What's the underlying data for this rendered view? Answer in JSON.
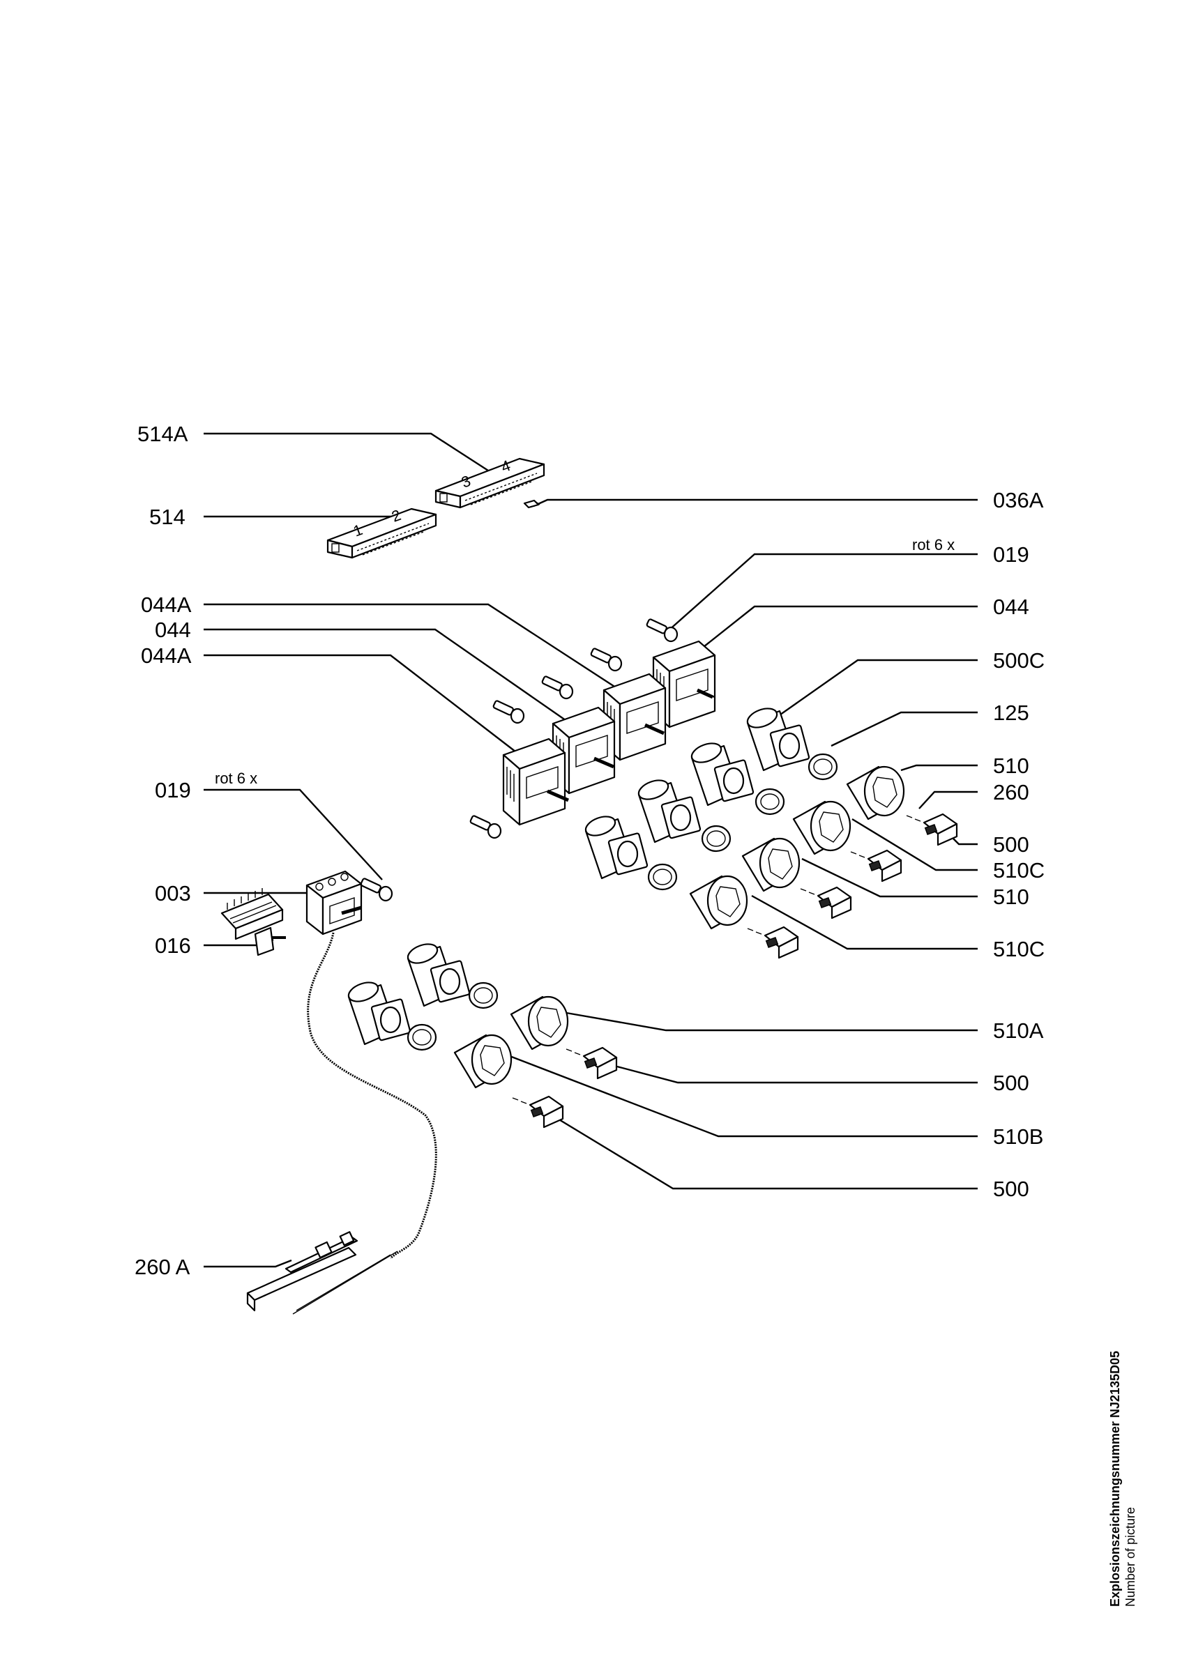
{
  "labels": {
    "l514A": "514A",
    "l514": "514",
    "l036A": "036A",
    "l019r": "019",
    "l044r": "044",
    "l044A_1": "044A",
    "l044": "044",
    "l044A_2": "044A",
    "l500C": "500C",
    "l125": "125",
    "l510_1": "510",
    "l260": "260",
    "l500_1": "500",
    "l510C_1": "510C",
    "l510_2": "510",
    "l510C_2": "510C",
    "l019l": "019",
    "l003": "003",
    "l016": "016",
    "l510A": "510A",
    "l500_2": "500",
    "l510B": "510B",
    "l500_3": "500",
    "l260A": "260 A"
  },
  "notes": {
    "rot_right": "rot  6 x",
    "rot_left": "rot  6 x"
  },
  "bin_digits": {
    "d1": "1",
    "d2": "2",
    "d3": "3",
    "d4": "4"
  },
  "footer": {
    "title": "Explosionszeichnungsnummer NJ2135D05",
    "subtitle": "Number of picture"
  }
}
